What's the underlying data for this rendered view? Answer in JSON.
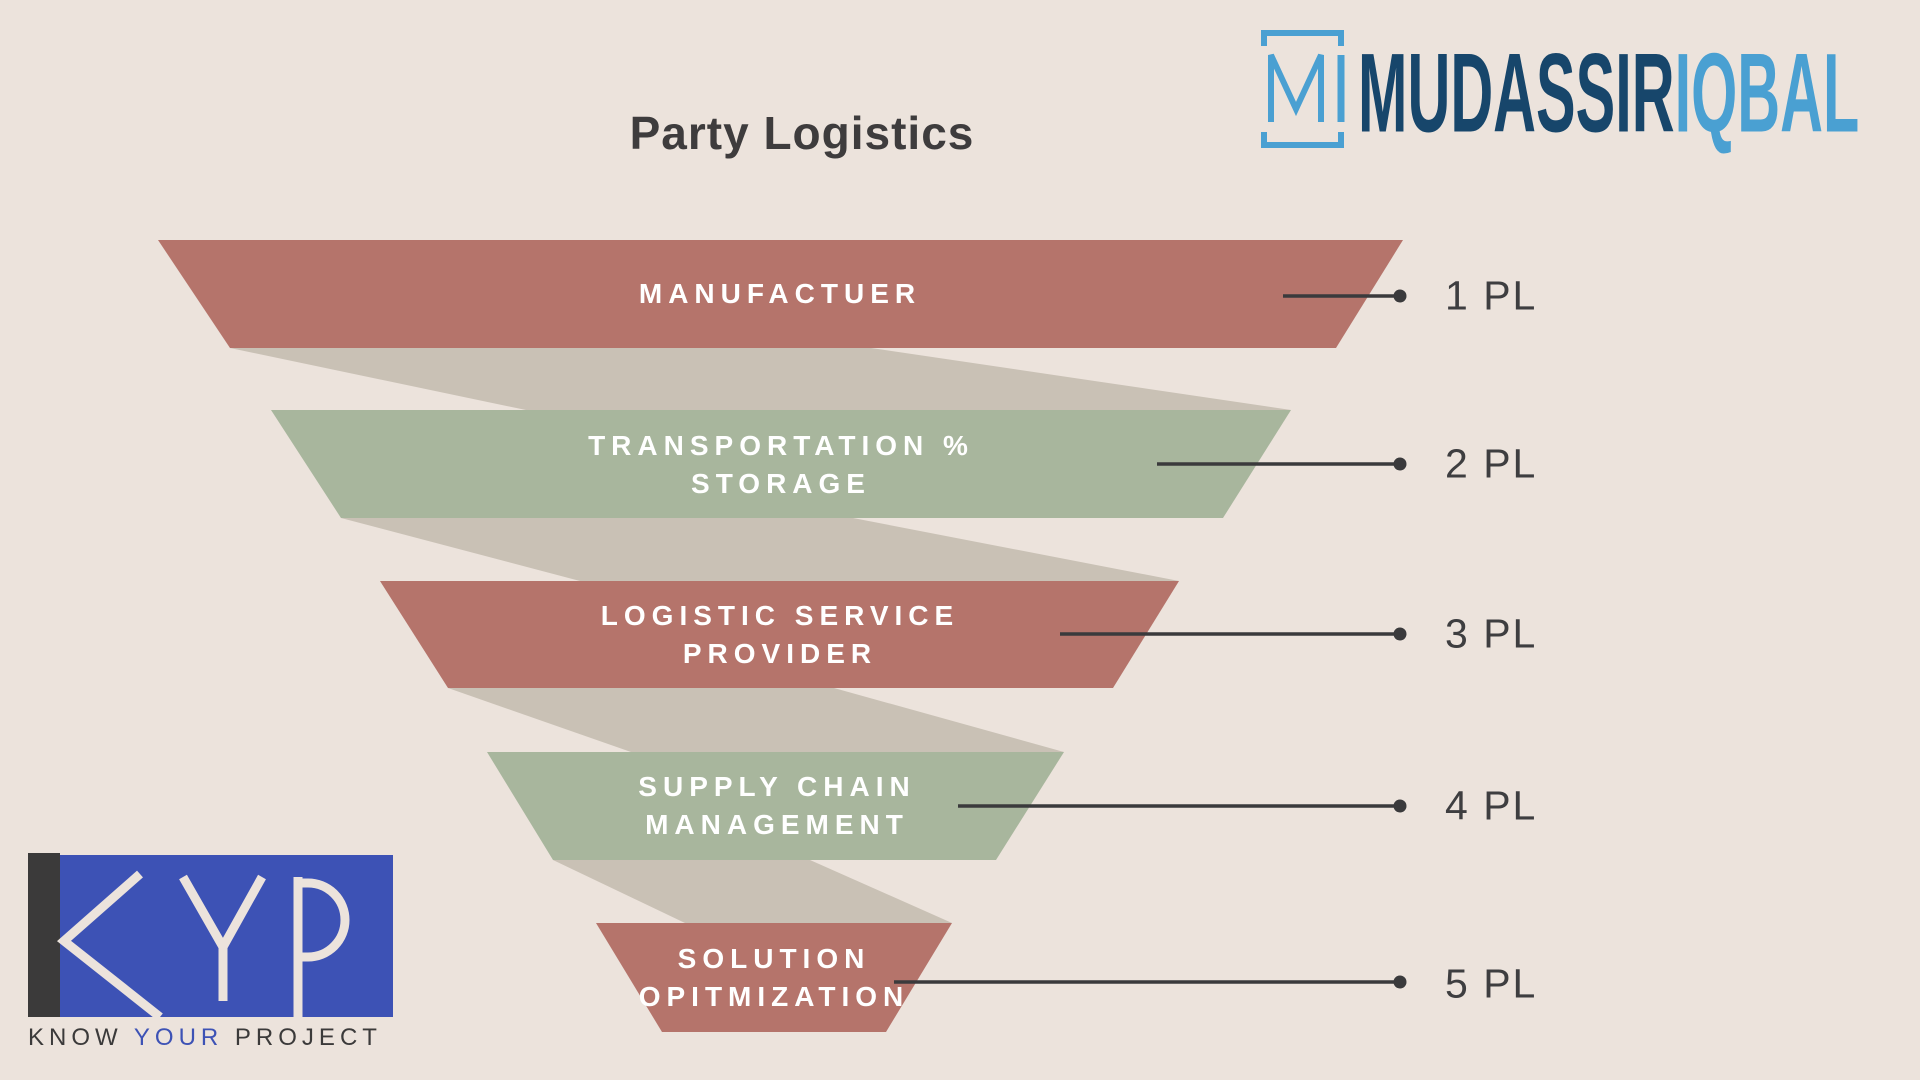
{
  "title": "Party Logistics",
  "background_color": "#ece3dc",
  "title_color": "#3e3c3d",
  "funnel": {
    "ribbon_color": "#c9c1b5",
    "connector_color": "#3a3a3c",
    "red_color": "#b5746b",
    "green_color": "#a8b69d",
    "levels": [
      {
        "label": "MANUFACTUER",
        "color": "#b5746b",
        "pl_label": "1 PL"
      },
      {
        "label": "TRANSPORTATION %\nSTORAGE",
        "color": "#a8b69d",
        "pl_label": "2 PL"
      },
      {
        "label": "LOGISTIC SERVICE\nPROVIDER",
        "color": "#b5746b",
        "pl_label": "3 PL"
      },
      {
        "label": "SUPPLY CHAIN\nMANAGEMENT",
        "color": "#a8b69d",
        "pl_label": "4 PL"
      },
      {
        "label": "SOLUTION\nOPITMIZATION",
        "color": "#b5746b",
        "pl_label": "5 PL"
      }
    ]
  },
  "brand_top_right": {
    "monogram": "MI",
    "name_primary": "MUDASSIR",
    "name_secondary": "IQBAL",
    "navy_color": "#17466b",
    "light_blue_color": "#4aa0d2"
  },
  "brand_bottom_left": {
    "acronym": "KYP",
    "tagline_word1": "KNOW",
    "tagline_word2": "YOUR",
    "tagline_word3": "PROJECT",
    "blue_color": "#3d52b5",
    "dark_color": "#3b3a3a"
  }
}
